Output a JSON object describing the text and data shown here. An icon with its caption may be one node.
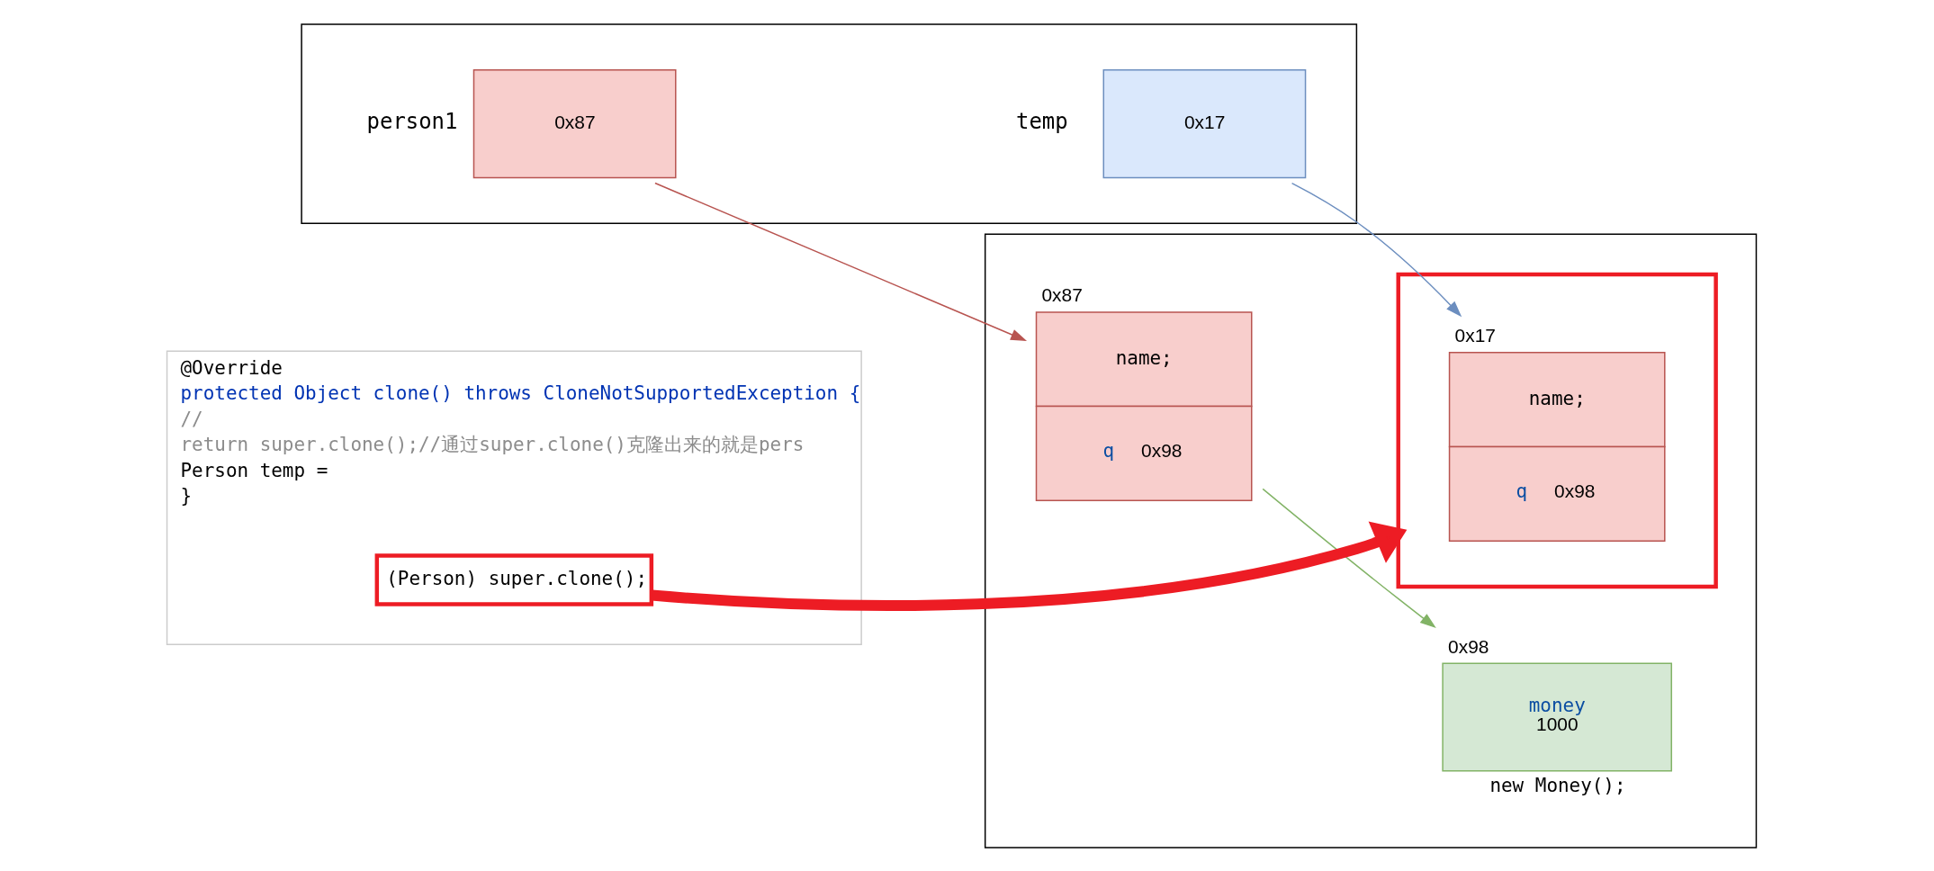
{
  "diagram": {
    "nodes": [
      {
        "text": [],
        "shape": "box"
      },
      {
        "text": [
          "0x17"
        ],
        "in": 0,
        "beside": [
          "temp"
        ]
      },
      {
        "text": [
          "0x87"
        ],
        "in": 0,
        "beside": [
          "person1"
        ]
      },
      {
        "text": [],
        "shape": "box"
      },
      {
        "text": [],
        "shape": "box",
        "in": 3
      },
      {
        "text": [
          "name;",
          "q",
          "0x98"
        ],
        "in": 4,
        "beside": [
          "0x17"
        ]
      },
      {
        "text": [
          "name;",
          "q",
          "0x98"
        ],
        "in": 3,
        "beside": [
          "0x87"
        ]
      },
      {
        "text": [
          "money",
          "1000"
        ],
        "in": 3,
        "beside": [
          "0x98",
          "new Money();"
        ]
      },
      {
        "text": [
          "@Override",
          "protected Object clone() throws CloneNotSupportedException {",
          "//",
          "return super.clone();//通过super.clone()克隆出来的就是pers",
          "Person temp =",
          "}"
        ]
      },
      {
        "text": [
          "(Person) super.clone();"
        ],
        "in": 8
      }
    ],
    "edges": [
      {
        "from": 9,
        "to": 4,
        "arrow": "to",
        "style": "thick",
        "color": "#ed1c24"
      },
      {
        "from": 1,
        "to": 5,
        "arrow": "to",
        "color": "#6c8ebf"
      },
      {
        "from": 2,
        "to": 6,
        "arrow": "to",
        "color": "#b85450"
      },
      {
        "from": 6,
        "to": 7,
        "arrow": "to",
        "color": "#82b366"
      }
    ]
  }
}
